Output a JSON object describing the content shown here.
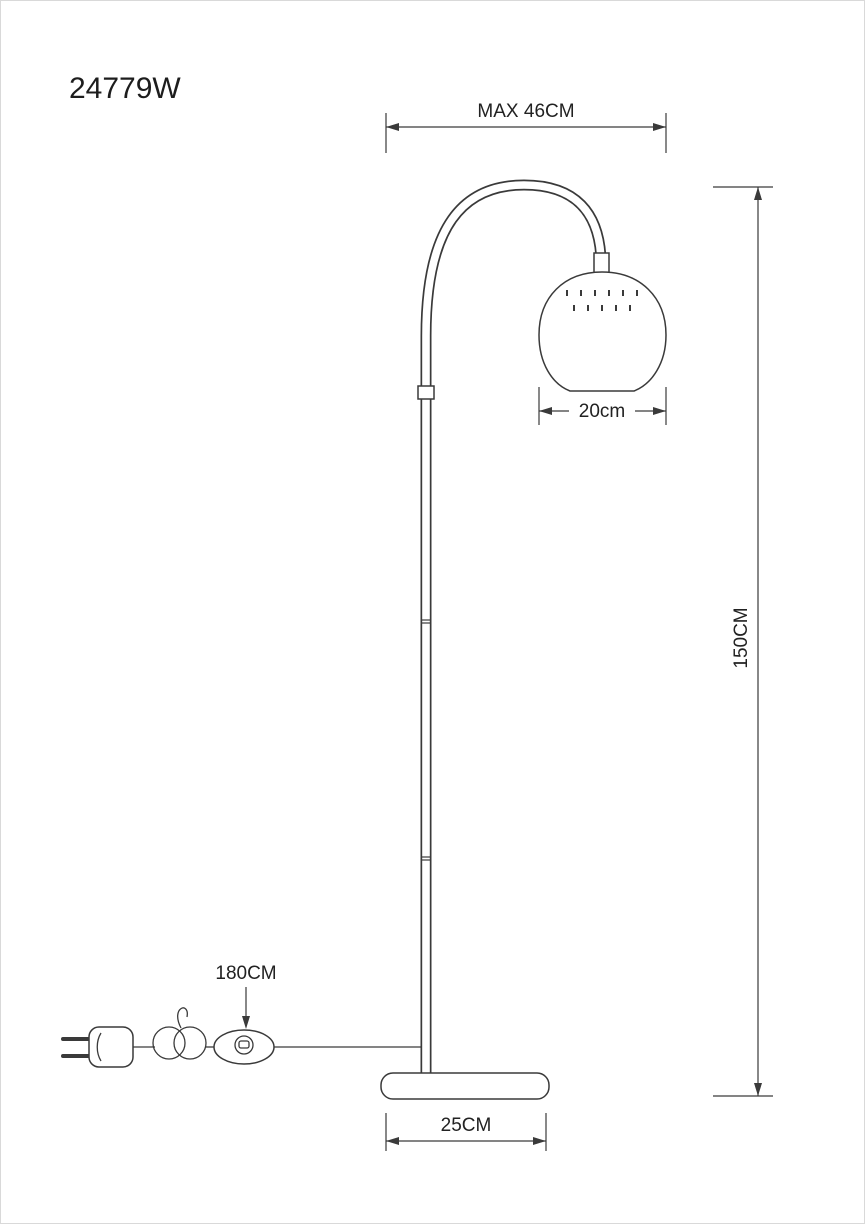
{
  "page": {
    "background": "#ffffff",
    "line_color": "#3a3a3a",
    "text_color": "#222222"
  },
  "drawing": {
    "product_code": "24779W",
    "type_hint": "floor-lamp-technical-drawing",
    "dimensions": {
      "arm_reach": "MAX 46CM",
      "height": "150CM",
      "shade_diameter": "20cm",
      "cable_length": "180CM",
      "base_diameter": "25CM"
    }
  }
}
